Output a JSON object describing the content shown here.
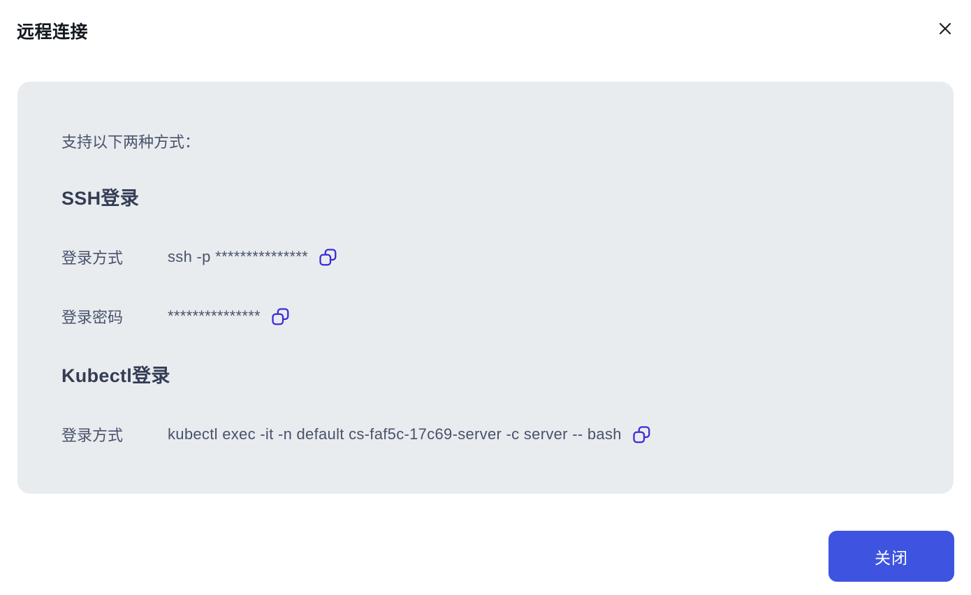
{
  "dialog": {
    "title": "远程连接",
    "close_button_label": "关闭"
  },
  "panel": {
    "intro": "支持以下两种方式：",
    "sections": [
      {
        "heading": "SSH登录",
        "rows": [
          {
            "label": "登录方式",
            "value": "ssh -p ***************"
          },
          {
            "label": "登录密码",
            "value": "***************"
          }
        ]
      },
      {
        "heading": "Kubectl登录",
        "rows": [
          {
            "label": "登录方式",
            "value": "kubectl exec -it -n default cs-faf5c-17c69-server -c server -- bash"
          }
        ]
      }
    ]
  },
  "icons": {
    "close": "close-icon ✕",
    "copy": "copy-icon ⧉"
  },
  "colors": {
    "accent": "#3e54e0",
    "copy_icon": "#3a2bdb",
    "panel_bg": "#e9ecef",
    "title_color": "#14181f",
    "heading_color": "#333d54",
    "text_color": "#49526b"
  }
}
